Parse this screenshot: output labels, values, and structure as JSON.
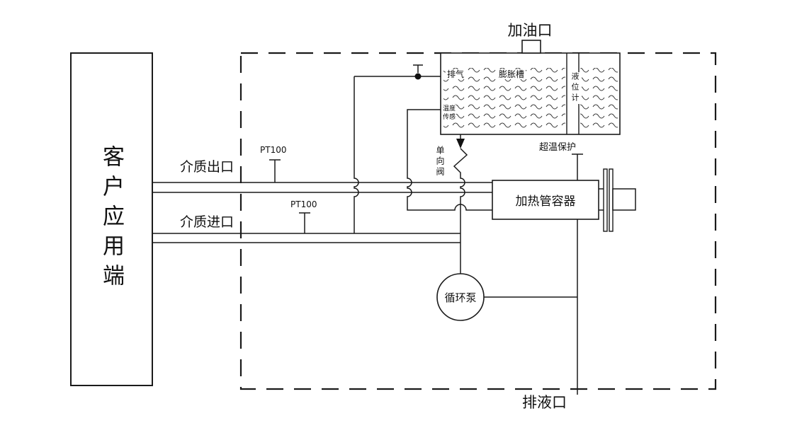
{
  "page": {
    "background": "#ffffff",
    "line_color": "#1a1a1a"
  },
  "customer": {
    "label": "客户应用端"
  },
  "tank": {
    "fill_port": "加油口",
    "vent": "排气",
    "name": "膨胀槽",
    "level_gauge": "液位计",
    "temp_sensor": "温度\n传感"
  },
  "valve": {
    "check_valve": "单向阀"
  },
  "heater": {
    "name": "加热管容器",
    "overtemp": "超温保护"
  },
  "pump": {
    "name": "循环泵"
  },
  "ports": {
    "drain": "排液口"
  },
  "pipes": {
    "outlet": "介质出口",
    "inlet": "介质进口",
    "pt100_outlet": "PT100",
    "pt100_inlet": "PT100"
  }
}
